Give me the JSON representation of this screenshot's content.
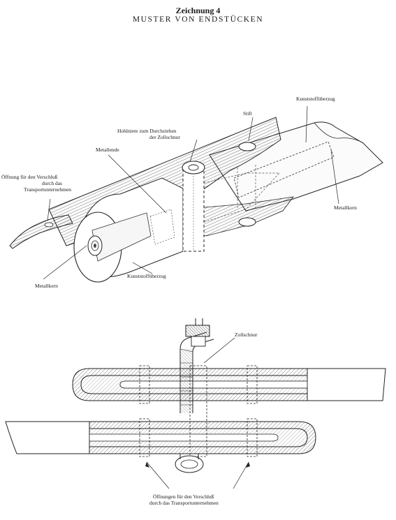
{
  "header": {
    "title": "Zeichnung 4",
    "subtitle": "MUSTER VON ENDSTÜCKEN"
  },
  "top_figure": {
    "label_kunststoff_top": "Kunststoffüberzug",
    "label_stift": "Stift",
    "label_hohlniete_1": "Hohlniete zum Durchziehen",
    "label_hohlniete_2": "der Zollschnur",
    "label_metallende": "Metallende",
    "label_oeffnung_1": "Öffnung für den Verschluß",
    "label_oeffnung_2": "durch das",
    "label_oeffnung_3": "Transportunternehmen",
    "label_metallkern_right": "Metallkern",
    "label_metallkern_left": "Metallkern",
    "label_kunststoff_bottom": "Kunststoffüberzug"
  },
  "bottom_figure": {
    "label_zollschnur": "Zollschnur",
    "label_oeffnungen_1": "Öffnungen für den Verschluß",
    "label_oeffnungen_2": "durch das Transportunternehmen"
  }
}
